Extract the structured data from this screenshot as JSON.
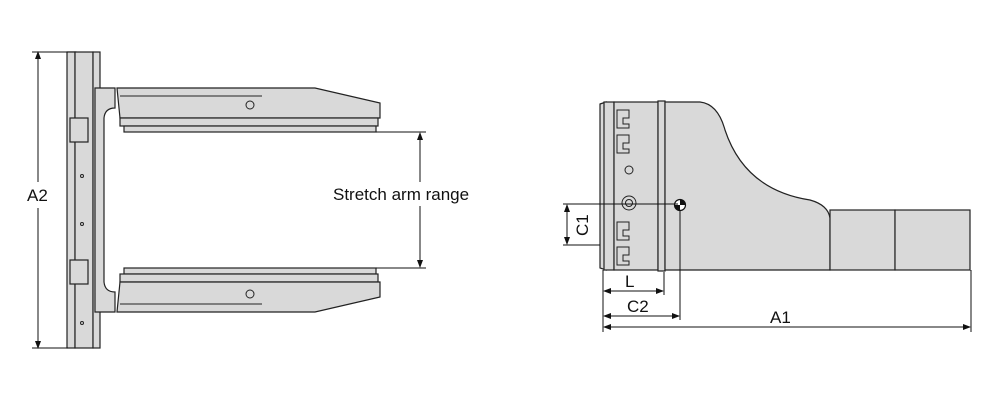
{
  "front_view": {
    "dimension_a2": "A2",
    "stretch_label": "Stretch arm range"
  },
  "side_view": {
    "dimension_c1": "C1",
    "dimension_l": "L",
    "dimension_c2": "C2",
    "dimension_a1": "A1"
  }
}
